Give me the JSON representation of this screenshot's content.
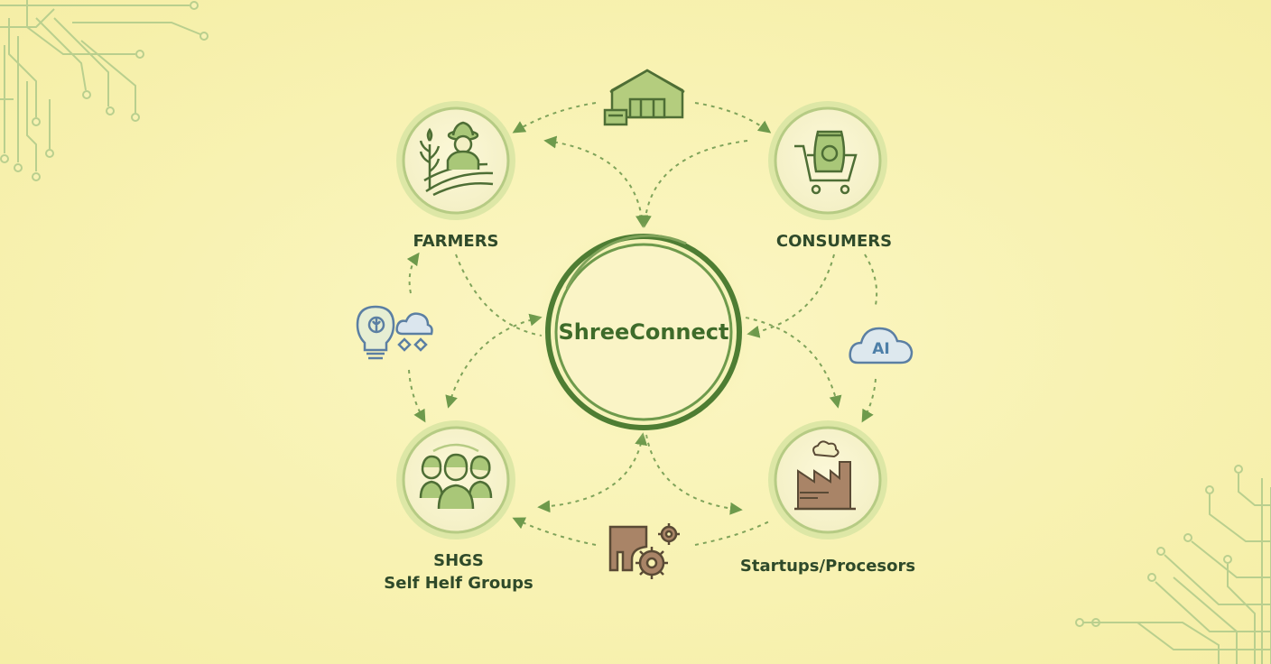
{
  "center": {
    "label": "ShreeConnect"
  },
  "nodes": {
    "farmers": {
      "label": "FARMERS"
    },
    "consumers": {
      "label": "CONSUMERS"
    },
    "shgs": {
      "label": "SHGS",
      "sublabel": "Self Helf Groups"
    },
    "startups": {
      "label": "Startups/Procesors"
    }
  },
  "badges": {
    "ai_cloud": "AI"
  },
  "icons": [
    "warehouse-icon",
    "farmer-icon",
    "shopping-cart-icon",
    "idea-bulb-icon",
    "cloud-icon",
    "ai-cloud-icon",
    "people-group-icon",
    "factory-icon",
    "processing-gears-icon",
    "circuit-decoration"
  ],
  "colors": {
    "background": "#f8f2b2",
    "accent_green": "#6e9a4c",
    "dark_green": "#4e7d33",
    "text": "#2f4a2a",
    "ai_blue": "#4d7fa8",
    "factory_brown": "#a98467"
  }
}
